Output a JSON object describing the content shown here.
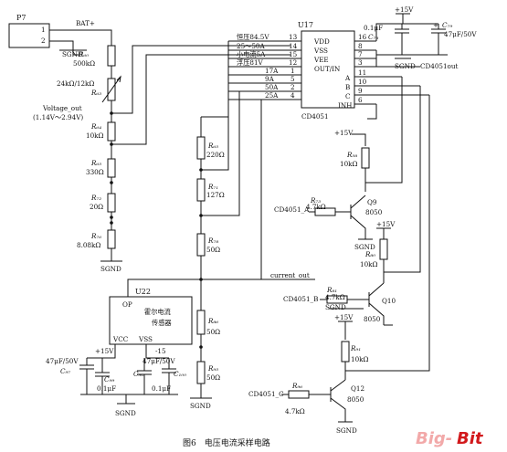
{
  "connector_p7": {
    "ref": "P7",
    "pins": [
      "1",
      "2"
    ],
    "net_bat": "BAT+",
    "gnd": "SGND"
  },
  "resistor_chain_left": [
    {
      "ref": "R₆₀",
      "value": "500kΩ"
    },
    {
      "ref": "R₆₃",
      "value": "24kΩ/12kΩ"
    },
    {
      "ref": "R₆₄",
      "value": "10kΩ"
    },
    {
      "ref": "R₆₅",
      "value": "330Ω"
    },
    {
      "ref": "R₇₂",
      "value": "20Ω"
    },
    {
      "ref": "R₇₆",
      "value": "8.08kΩ"
    }
  ],
  "voltage_out": {
    "label": "Voltage_out",
    "range": "(1.14V～2.94V)"
  },
  "left_gnd": "SGND",
  "mux": {
    "ref": "U17",
    "part": "CD4051",
    "left_pins": [
      {
        "num": "13",
        "desc": "恒压84.5V"
      },
      {
        "num": "14",
        "desc": "25～50A"
      },
      {
        "num": "15",
        "desc": "小电流5A"
      },
      {
        "num": "12",
        "desc": "浮压81V"
      },
      {
        "num": "1",
        "desc": "17A"
      },
      {
        "num": "5",
        "desc": "9A"
      },
      {
        "num": "2",
        "desc": "50A"
      },
      {
        "num": "4",
        "desc": "25A"
      }
    ],
    "right_pins": [
      {
        "num": "16",
        "name": "VDD"
      },
      {
        "num": "8",
        "name": "VSS"
      },
      {
        "num": "7",
        "name": "VEE"
      },
      {
        "num": "3",
        "name": "OUT/IN"
      },
      {
        "num": "11",
        "name": "A"
      },
      {
        "num": "10",
        "name": "B"
      },
      {
        "num": "9",
        "name": "C"
      },
      {
        "num": "6",
        "name": "INH"
      }
    ]
  },
  "supply_top": {
    "rail": "+15V",
    "cap_small": {
      "ref": "C₇₈",
      "value": "0.1μF"
    },
    "cap_big": {
      "ref": "C₇₉",
      "value": "47μF/50V"
    },
    "gnd": "SGND",
    "out": "CD4051out"
  },
  "ladder": [
    {
      "ref": "R₆₅",
      "value": "220Ω"
    },
    {
      "ref": "R₇₁",
      "value": "127Ω"
    },
    {
      "ref": "R₇₈",
      "value": "50Ω"
    },
    {
      "ref": "R₈₆",
      "value": "50Ω"
    },
    {
      "ref": "R₉₅",
      "value": "50Ω"
    }
  ],
  "ladder_gnd": "SGND",
  "current_out": "current_out",
  "hall": {
    "ref": "U22",
    "op": "OP",
    "name_line1": "霍尔电流",
    "name_line2": "传感器",
    "vcc": "VCC",
    "vss": "VSS",
    "plus": "+15V",
    "minus": "-15",
    "c97": {
      "ref": "C₉₇",
      "value": "47μF/50V"
    },
    "c99": {
      "ref": "C₉₉",
      "value": "0.1μF"
    },
    "c98": {
      "ref": "C₉₈",
      "value": "47μF/50V"
    },
    "c100": {
      "ref": "C₁₀₀",
      "value": "0.1μF"
    },
    "gnd": "SGND"
  },
  "drivers": {
    "rail": "+15V",
    "r58": {
      "ref": "R₅₈",
      "value": "10kΩ"
    },
    "r73": {
      "ref": "R₇₃",
      "value": "4.7kΩ"
    },
    "q9": {
      "ref": "Q9",
      "part": "8050"
    },
    "in_a": "CD4051_A",
    "gnd_a": "SGND",
    "r80": {
      "ref": "R₈₀",
      "value": "10kΩ"
    },
    "r81": {
      "ref": "R₈₁",
      "value": "4.7kΩ"
    },
    "q10": {
      "ref": "Q10",
      "part": "8050"
    },
    "in_b": "CD4051_B",
    "gnd_b": "SGND",
    "r91": {
      "ref": "R₉₁",
      "value": "10kΩ"
    },
    "r96": {
      "ref": "R₉₆",
      "value": "4.7kΩ"
    },
    "q12": {
      "ref": "Q12",
      "part": "8050"
    },
    "in_c": "CD4051_C",
    "gnd_c": "SGND"
  },
  "caption": "图6　电压电流采样电路",
  "watermark": {
    "part1": "Big-",
    "part2": "Bit"
  }
}
